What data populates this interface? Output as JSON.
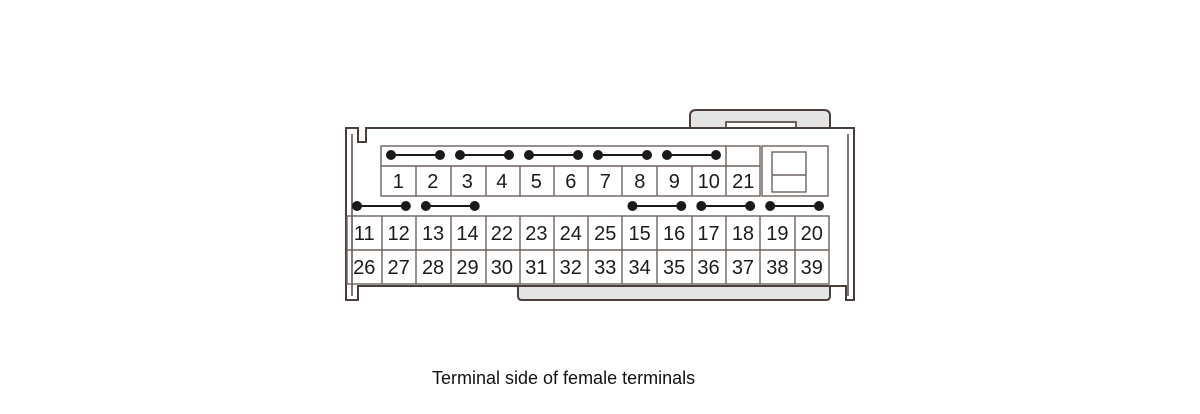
{
  "caption": "Terminal side of female terminals",
  "colors": {
    "outline": "#4a3f3a",
    "grid": "#6b625d",
    "tab_fill": "#e4e4e4",
    "bridge": "#1a1a1a"
  },
  "connector": {
    "rows": [
      [
        "1",
        "2",
        "3",
        "4",
        "5",
        "6",
        "7",
        "8",
        "9",
        "10",
        "21"
      ],
      [
        "11",
        "12",
        "13",
        "14",
        "22",
        "23",
        "24",
        "25",
        "15",
        "16",
        "17",
        "18",
        "19",
        "20"
      ],
      [
        "26",
        "27",
        "28",
        "29",
        "30",
        "31",
        "32",
        "33",
        "34",
        "35",
        "36",
        "37",
        "38",
        "39"
      ]
    ],
    "shorting_bars": [
      [
        "1",
        "2"
      ],
      [
        "3",
        "4"
      ],
      [
        "5",
        "6"
      ],
      [
        "7",
        "8"
      ],
      [
        "9",
        "10"
      ],
      [
        "11",
        "12"
      ],
      [
        "13",
        "14"
      ],
      [
        "15",
        "16"
      ],
      [
        "17",
        "18"
      ],
      [
        "19",
        "20"
      ]
    ]
  }
}
